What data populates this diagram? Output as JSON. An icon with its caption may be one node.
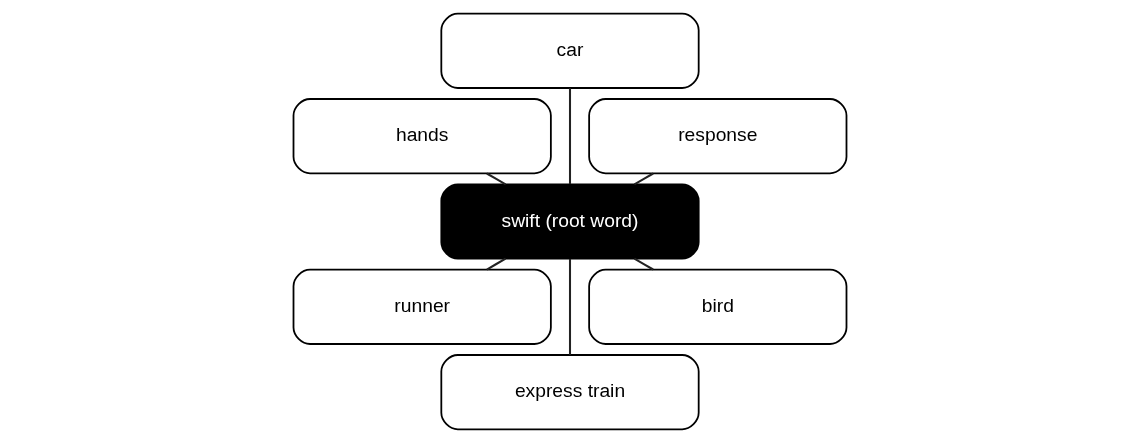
{
  "diagram": {
    "nodes": [
      {
        "text": [
          "response"
        ]
      },
      {
        "text": [
          "car"
        ]
      },
      {
        "text": [
          "hands"
        ]
      },
      {
        "text": [
          "swift (root word)"
        ]
      },
      {
        "text": [
          "runner"
        ]
      },
      {
        "text": [
          "express train"
        ]
      },
      {
        "text": [
          "bird"
        ]
      }
    ],
    "edges": [
      {
        "from": 3,
        "to": 0,
        "arrow": "none"
      },
      {
        "from": 3,
        "to": 1,
        "arrow": "none"
      },
      {
        "from": 3,
        "to": 2,
        "arrow": "none"
      },
      {
        "from": 3,
        "to": 4,
        "arrow": "none"
      },
      {
        "from": 3,
        "to": 5,
        "arrow": "none"
      },
      {
        "from": 3,
        "to": 6,
        "arrow": "none"
      }
    ]
  }
}
